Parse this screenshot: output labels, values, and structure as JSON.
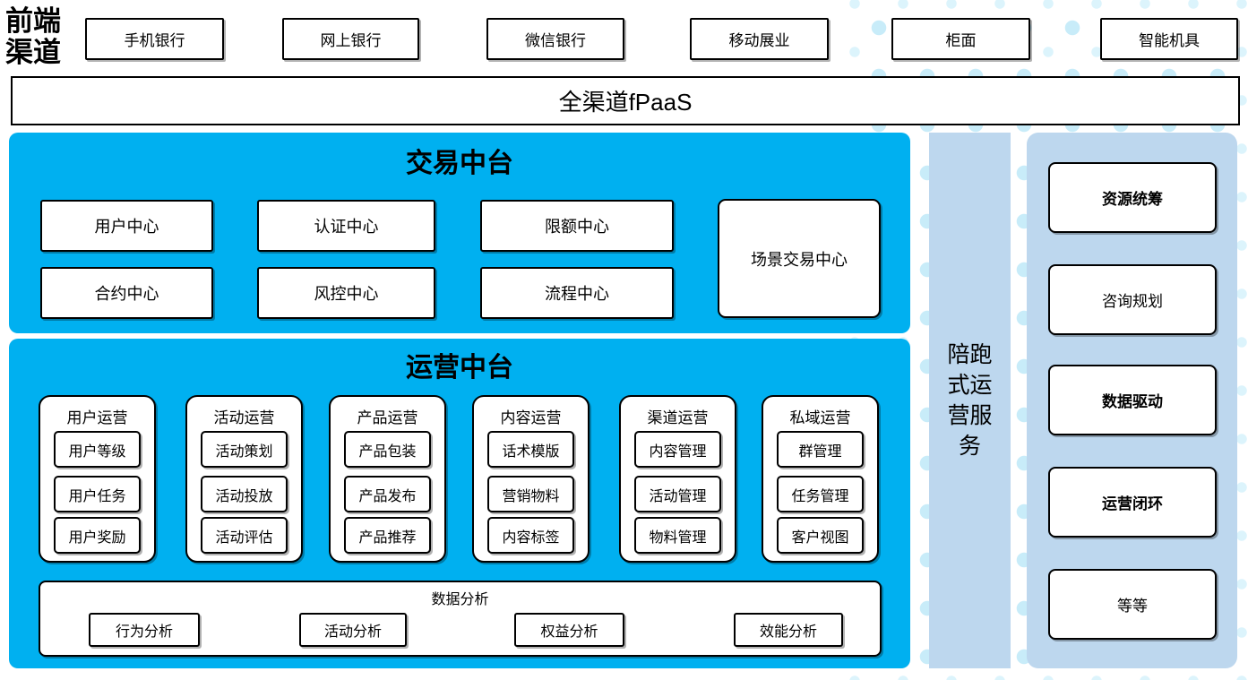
{
  "colors": {
    "accent": "#00B0F0",
    "light-panel": "#BDD7EE",
    "dot-a": "#C8ECF9",
    "dot-b": "#DCF4FC"
  },
  "front": {
    "label": "前端渠道",
    "items": [
      "手机银行",
      "网上银行",
      "微信银行",
      "移动展业",
      "柜面",
      "智能机具"
    ]
  },
  "fpaas": {
    "label": "全渠道fPaaS"
  },
  "trade": {
    "title": "交易中台",
    "boxes": [
      "用户中心",
      "认证中心",
      "限额中心",
      "合约中心",
      "风控中心",
      "流程中心"
    ],
    "tall": "场景交易中心"
  },
  "ops": {
    "title": "运营中台",
    "groups": [
      {
        "title": "用户运营",
        "items": [
          "用户等级",
          "用户任务",
          "用户奖励"
        ]
      },
      {
        "title": "活动运营",
        "items": [
          "活动策划",
          "活动投放",
          "活动评估"
        ]
      },
      {
        "title": "产品运营",
        "items": [
          "产品包装",
          "产品发布",
          "产品推荐"
        ]
      },
      {
        "title": "内容运营",
        "items": [
          "话术模版",
          "营销物料",
          "内容标签"
        ]
      },
      {
        "title": "渠道运营",
        "items": [
          "内容管理",
          "活动管理",
          "物料管理"
        ]
      },
      {
        "title": "私域运营",
        "items": [
          "群管理",
          "任务管理",
          "客户视图"
        ]
      }
    ],
    "analysis": {
      "title": "数据分析",
      "items": [
        "行为分析",
        "活动分析",
        "权益分析",
        "效能分析"
      ]
    }
  },
  "strip": {
    "label": "陪跑式运营服务"
  },
  "right": {
    "items": [
      "资源统筹",
      "咨询规划",
      "数据驱动",
      "运营闭环",
      "等等"
    ]
  }
}
